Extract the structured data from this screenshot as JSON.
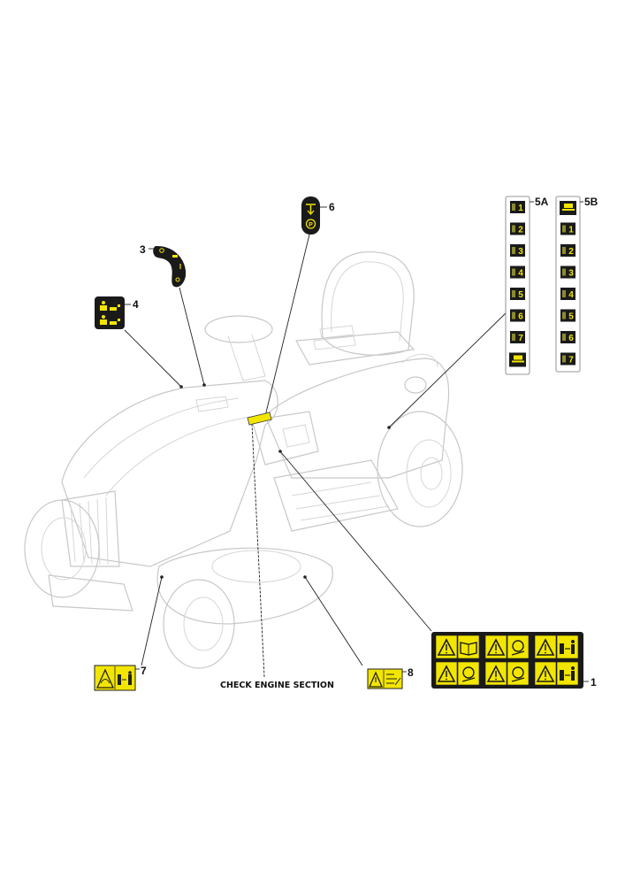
{
  "diagram": {
    "callouts": {
      "c1": "1",
      "c3": "3",
      "c4": "4",
      "c5a": "5A",
      "c5b": "5B",
      "c6": "6",
      "c7": "7",
      "c8": "8"
    },
    "note": "CHECK ENGINE SECTION",
    "strip_5a": [
      "1",
      "2",
      "3",
      "4",
      "5",
      "6",
      "7"
    ],
    "strip_5b": [
      "1",
      "2",
      "3",
      "4",
      "5",
      "6",
      "7"
    ],
    "colors": {
      "label_yellow": "#f2e600",
      "label_black": "#1a1a1a",
      "outline": "#c8c8c8"
    },
    "icons": {
      "label_6": [
        "arrow-down-icon",
        "parking-brake-icon"
      ],
      "label_1": [
        "warning-icon",
        "manual-icon",
        "warning-icon",
        "blade-hazard-icon",
        "warning-icon",
        "keep-distance-icon",
        "warning-icon",
        "remove-key-icon",
        "warning-icon",
        "slope-hazard-icon",
        "warning-icon",
        "keep-distance-icon"
      ]
    }
  }
}
